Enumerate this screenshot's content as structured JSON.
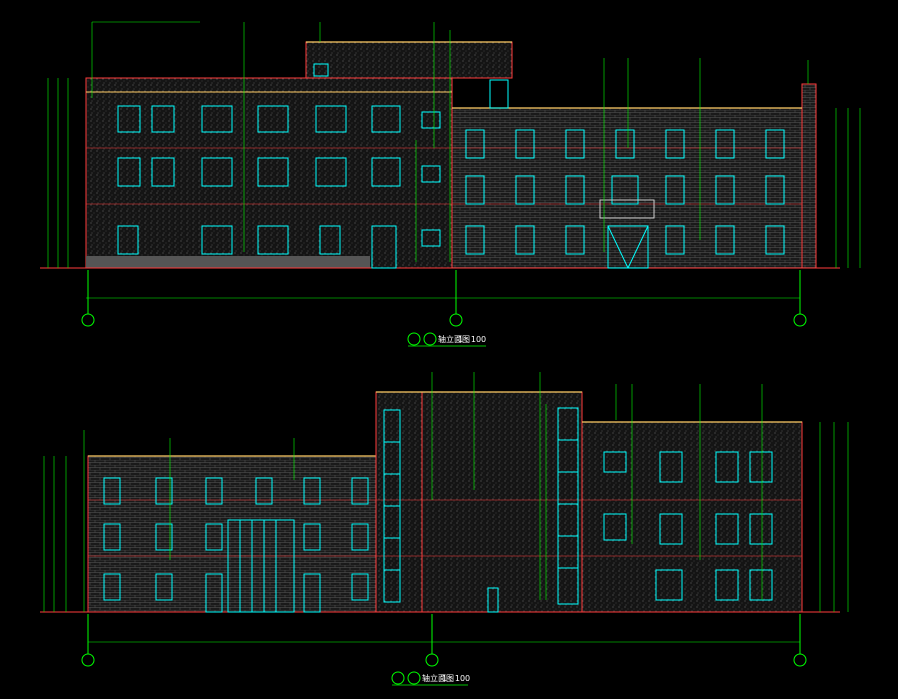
{
  "colors": {
    "background": "#000000",
    "wall_texture": "#2a2a2a",
    "brick": "#3a3a3a",
    "outline": "#ff3b3b",
    "window": "#00ffff",
    "dimension": "#00ff00",
    "roof_edge": "#ffcc66",
    "text": "#ffffff",
    "axis": "#00ff00"
  },
  "views": [
    {
      "id": "upper",
      "title": "轴立面图",
      "scale": "1 : 100"
    },
    {
      "id": "lower",
      "title": "轴立面图",
      "scale": "1 : 100"
    }
  ],
  "icons": [
    "axis-bubble-icon",
    "level-marker-icon"
  ]
}
